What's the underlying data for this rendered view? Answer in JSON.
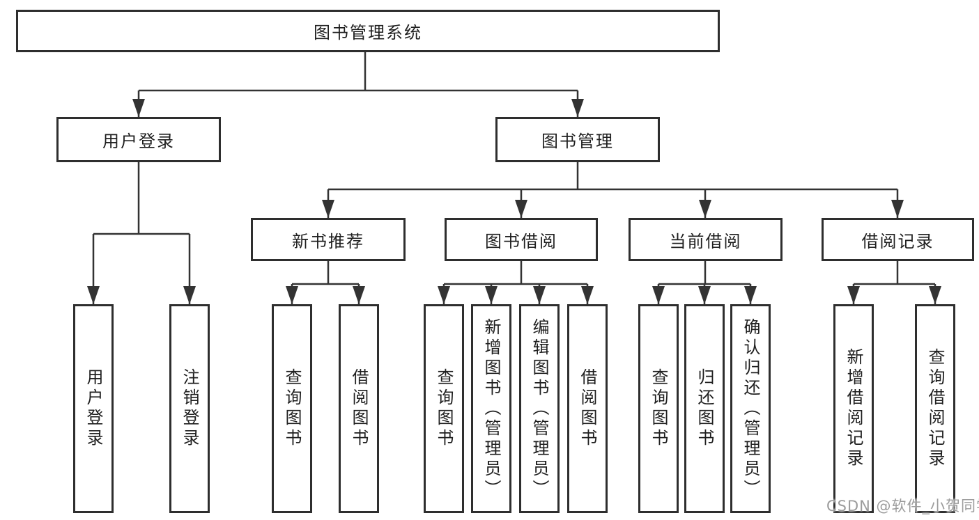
{
  "tree": {
    "root": {
      "label": "图书管理系统",
      "children": [
        {
          "label": "用户登录",
          "children": [
            {
              "label": "用户登录"
            },
            {
              "label": "注销登录"
            }
          ]
        },
        {
          "label": "图书管理",
          "children": [
            {
              "label": "新书推荐",
              "children": [
                {
                  "label": "查询图书"
                },
                {
                  "label": "借阅图书"
                }
              ]
            },
            {
              "label": "图书借阅",
              "children": [
                {
                  "label": "查询图书"
                },
                {
                  "label": "新增图书（管理员）"
                },
                {
                  "label": "编辑图书（管理员）"
                },
                {
                  "label": "借阅图书"
                }
              ]
            },
            {
              "label": "当前借阅",
              "children": [
                {
                  "label": "查询图书"
                },
                {
                  "label": "归还图书"
                },
                {
                  "label": "确认归还（管理员）"
                }
              ]
            },
            {
              "label": "借阅记录",
              "children": [
                {
                  "label": "新增借阅记录"
                },
                {
                  "label": "查询借阅记录"
                }
              ]
            }
          ]
        }
      ]
    }
  },
  "watermark": {
    "text": "CSDN @软件_小贺同学"
  },
  "colors": {
    "line": "#333333",
    "box_border": "#2e2e2e",
    "text": "#1f1f1f",
    "watermark": "#9c9c9c",
    "background": "#ffffff"
  }
}
